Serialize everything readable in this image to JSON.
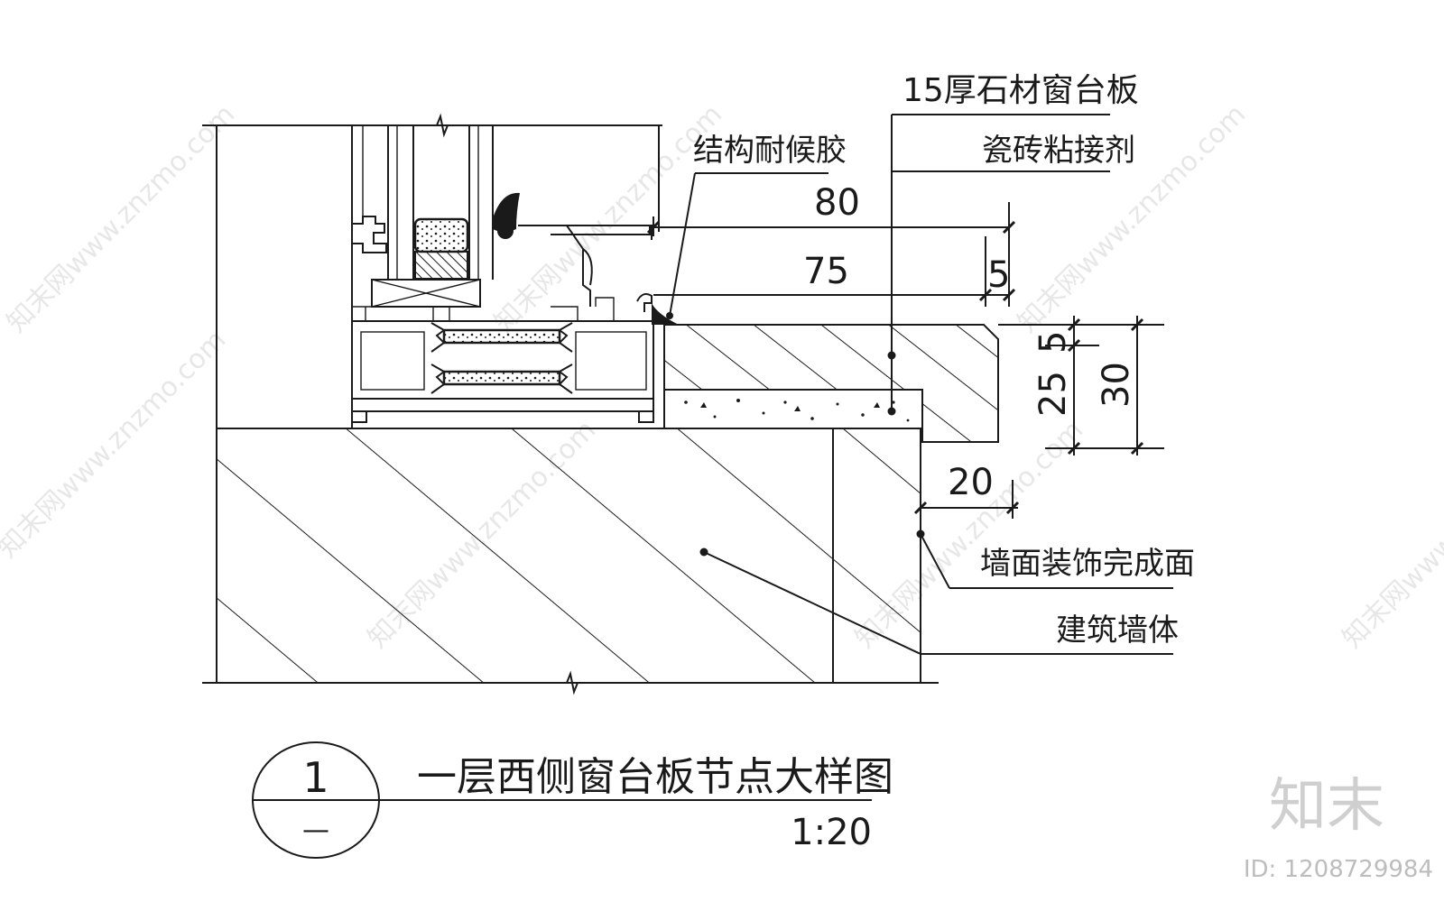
{
  "labels": {
    "stone_sill": "15厚石材窗台板",
    "tile_adhesive": "瓷砖粘接剂",
    "weather_sealant": "结构耐候胶",
    "wall_finish": "墙面装饰完成面",
    "building_wall": "建筑墙体"
  },
  "dimensions": {
    "d80": "80",
    "d75": "75",
    "d5_top": "5",
    "d5_right": "5",
    "d25": "25",
    "d30": "30",
    "d20": "20"
  },
  "title_block": {
    "detail_number": "1",
    "sheet_ref": "—",
    "title": "一层西侧窗台板节点大样图",
    "scale": "1:20"
  },
  "watermark": {
    "text": "知末网www.znzmo.com",
    "brand": "知末",
    "id": "ID: 1208729984"
  },
  "colors": {
    "line": "#1a1a1a",
    "watermark": "#d4d4d4"
  }
}
